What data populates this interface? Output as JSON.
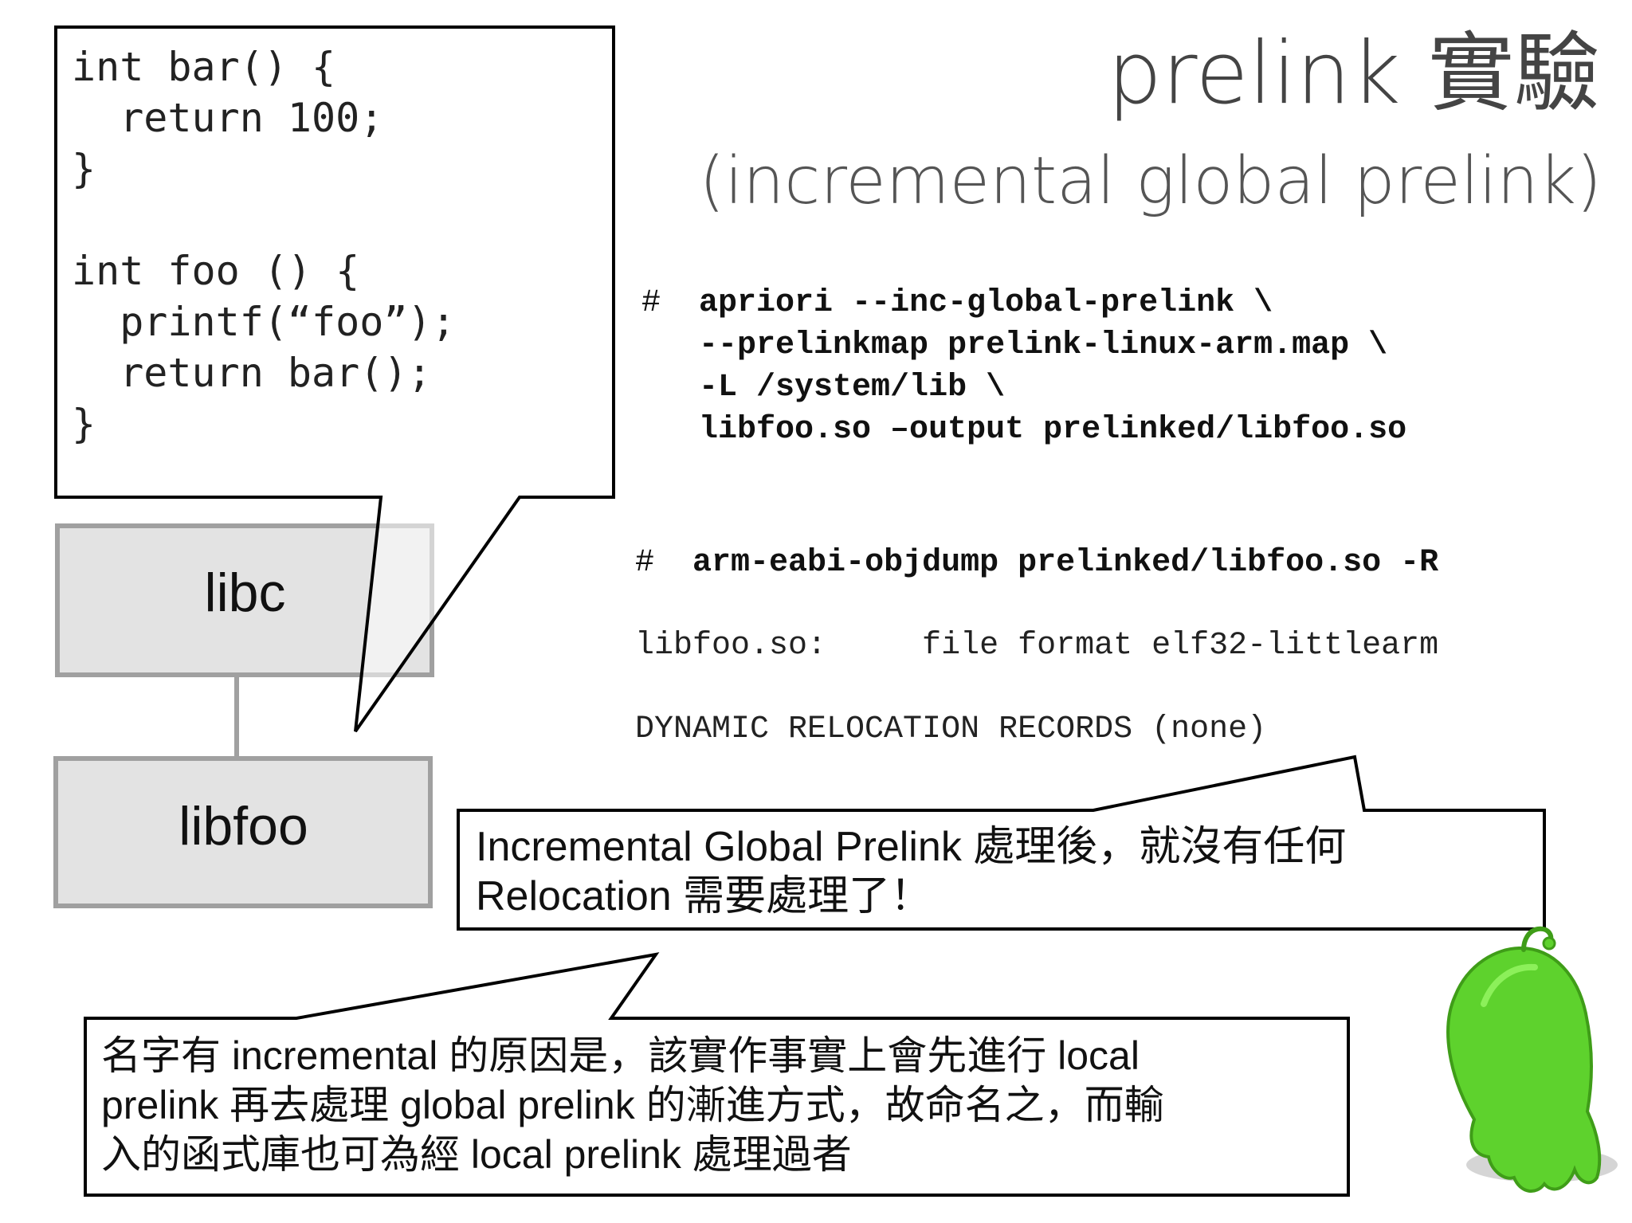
{
  "title": "prelink 實驗",
  "subtitle": "(incremental global prelink)",
  "code_snippet": [
    "int bar() {",
    "  return 100;",
    "}",
    "",
    "int foo () {",
    "  printf(“foo”);",
    "  return bar();",
    "}"
  ],
  "libraries": {
    "upper": "libc",
    "lower": "libfoo"
  },
  "command1": {
    "prompt": "#",
    "lines": [
      "apriori --inc-global-prelink \\",
      "--prelinkmap prelink-linux-arm.map \\",
      "-L /system/lib \\",
      "libfoo.so –output prelinked/libfoo.so"
    ]
  },
  "command2": {
    "prompt": "#",
    "line": "arm-eabi-objdump prelinked/libfoo.so -R"
  },
  "objdump_output": {
    "file_line": "libfoo.so:     file format elf32-littlearm",
    "records_line": "DYNAMIC RELOCATION RECORDS (none)"
  },
  "callout_middle": [
    "Incremental Global Prelink 處理後，就沒有任何",
    "Relocation 需要處理了！"
  ],
  "callout_bottom": [
    "名字有 incremental 的原因是，該實作事實上會先進行 local",
    "prelink 再去處理 global prelink 的漸進方式，故命名之，而輸",
    "入的函式庫也可為經 local prelink 處理過者"
  ],
  "colors": {
    "box_fill": "#e3e3e3",
    "box_border": "#a0a0a0",
    "mascot_green": "#5ed22d"
  },
  "icons": {
    "mascot": "green-ghost-mascot-icon"
  }
}
